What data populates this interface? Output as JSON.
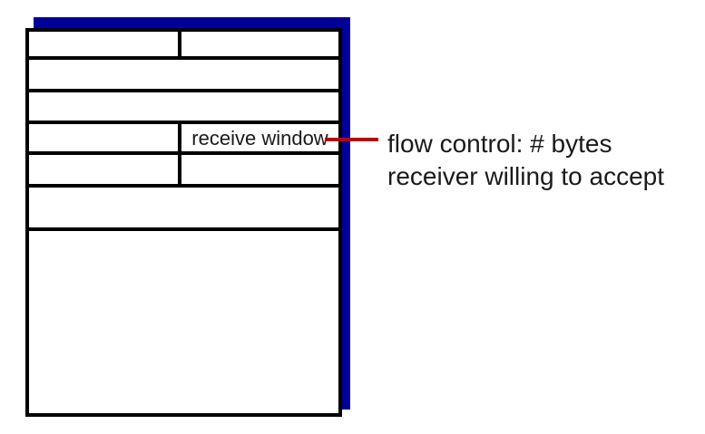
{
  "diagram": {
    "kind": "tcp-segment-structure",
    "receive_window_label": "receive window",
    "annotation": {
      "line1": "flow control: # bytes",
      "line2": "receiver willing to accept"
    },
    "colors": {
      "shadow_blue": "#000099",
      "connector_red": "#C00000",
      "border_black": "#000000",
      "background": "#FFFFFF"
    }
  }
}
